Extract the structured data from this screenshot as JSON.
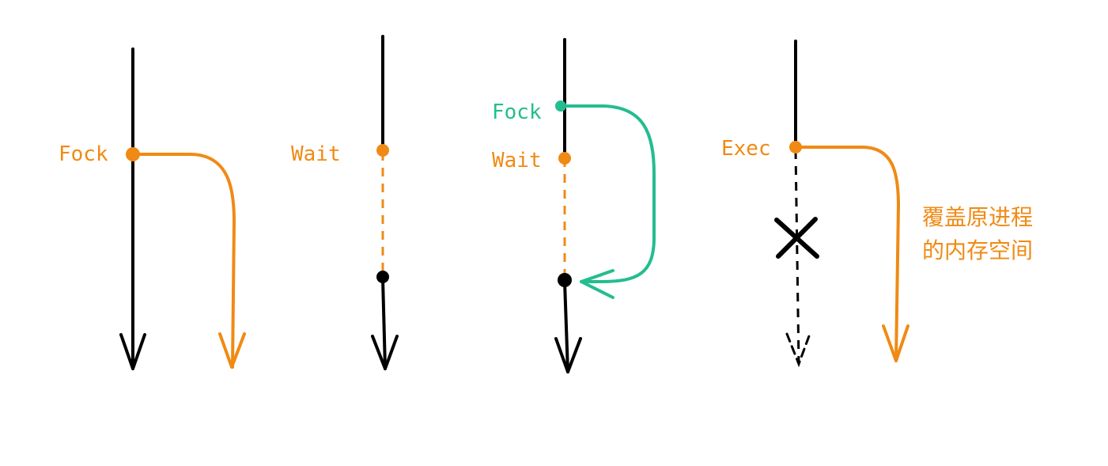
{
  "colors": {
    "ink": "#000000",
    "orange": "#f08a14",
    "green": "#24bd8f"
  },
  "panels": [
    {
      "name": "fork",
      "labels": [
        {
          "text": "Fock",
          "color": "orange"
        }
      ]
    },
    {
      "name": "wait",
      "labels": [
        {
          "text": "Wait",
          "color": "orange"
        }
      ]
    },
    {
      "name": "fork-wait",
      "labels": [
        {
          "text": "Fock",
          "color": "green"
        },
        {
          "text": "Wait",
          "color": "orange"
        }
      ]
    },
    {
      "name": "exec",
      "labels": [
        {
          "text": "Exec",
          "color": "orange"
        }
      ],
      "note": {
        "line1": "覆盖原进程",
        "line2": "的内存空间",
        "color": "orange"
      }
    }
  ]
}
